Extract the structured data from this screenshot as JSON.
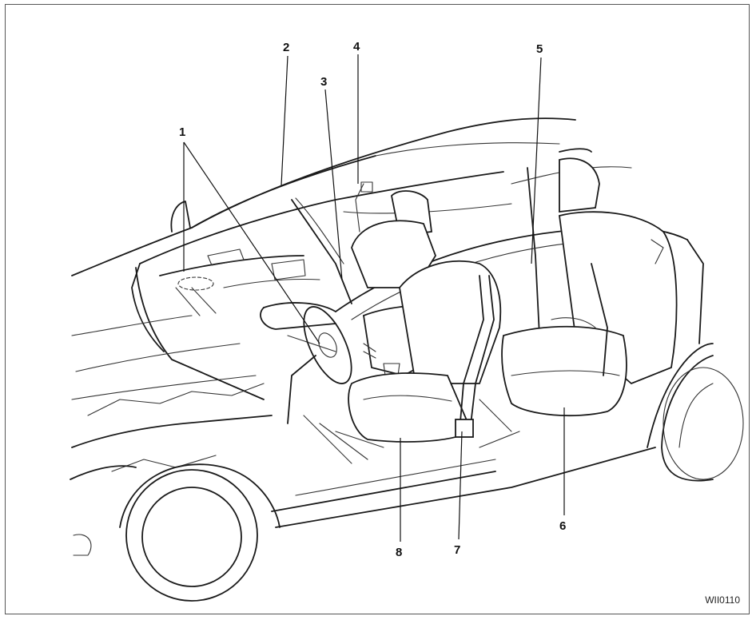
{
  "figure_code": "WII0110",
  "callouts": [
    {
      "id": "1",
      "label": "1"
    },
    {
      "id": "2",
      "label": "2"
    },
    {
      "id": "3",
      "label": "3"
    },
    {
      "id": "4",
      "label": "4"
    },
    {
      "id": "5",
      "label": "5"
    },
    {
      "id": "6",
      "label": "6"
    },
    {
      "id": "7",
      "label": "7"
    },
    {
      "id": "8",
      "label": "8"
    }
  ]
}
